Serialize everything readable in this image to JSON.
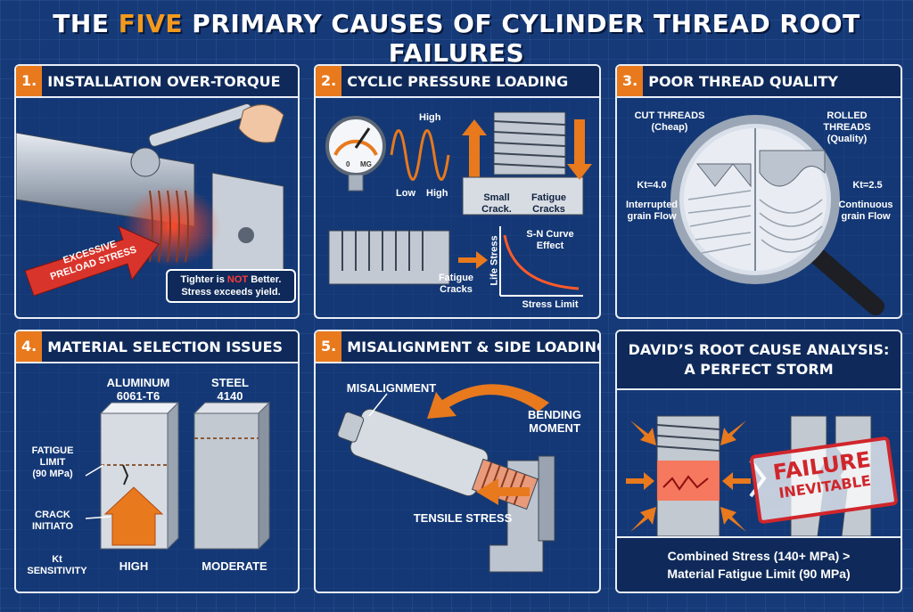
{
  "title": {
    "prefix": "THE ",
    "highlight": "FIVE",
    "suffix": " PRIMARY CAUSES OF CYLINDER THREAD ROOT FAILURES"
  },
  "colors": {
    "accent_orange": "#e8791d",
    "panel_navy": "#0f2a5a",
    "background_blue": "#163a78",
    "stamp_red": "#d0262b"
  },
  "panels": {
    "p1": {
      "num": "1.",
      "title": "INSTALLATION OVER-TORQUE",
      "arrow_text_1": "EXCESSIVE",
      "arrow_text_2": "PRELOAD STRESS",
      "callout_1a": "Tighter is ",
      "callout_not": "NOT",
      "callout_1b": " Better.",
      "callout_2": "Stress exceeds yield."
    },
    "p2": {
      "num": "2.",
      "title": "CYCLIC PRESSURE LOADING",
      "gauge_low": "0",
      "gauge_unit": "MG",
      "high_top": "High",
      "low": "Low",
      "high": "High",
      "small_crack_1": "Small",
      "small_crack_2": "Crack.",
      "fatigue_cracks_1": "Fatigue",
      "fatigue_cracks_2": "Cracks",
      "fatigue_cracks_b1": "Fatigue",
      "fatigue_cracks_b2": "Cracks",
      "sn_curve_1": "S-N Curve",
      "sn_curve_2": "Effect",
      "ylabel": "Life Stress",
      "xlabel": "Stress Limit"
    },
    "p3": {
      "num": "3.",
      "title": "POOR THREAD QUALITY",
      "cut_1": "CUT THREADS",
      "cut_2": "(Cheap)",
      "rolled_1": "ROLLED THREADS",
      "rolled_2": "(Quality)",
      "kt_left": "Kt=4.0",
      "kt_right": "Kt=2.5",
      "flow_left_1": "Interrupted",
      "flow_left_2": "grain Flow",
      "flow_right_1": "Continuous",
      "flow_right_2": "grain Flow"
    },
    "p4": {
      "num": "4.",
      "title": "MATERIAL SELECTION ISSUES",
      "alu_1": "ALUMINUM",
      "alu_2": "6061-T6",
      "steel_1": "STEEL",
      "steel_2": "4140",
      "fatigue_1": "FATIGUE",
      "fatigue_2": "LIMIT",
      "fatigue_3": "(90 MPa)",
      "crack_1": "CRACK",
      "crack_2": "INITIATO",
      "kt_1": "Kt",
      "kt_2": "SENSITIVITY",
      "high": "HIGH",
      "moderate": "MODERATE"
    },
    "p5": {
      "num": "5.",
      "title": "MISALIGNMENT & SIDE LOADING",
      "misalignment": "MISALIGNMENT",
      "bending_1": "BENDING",
      "bending_2": "MOMENT",
      "tensile": "TENSILE STRESS"
    },
    "p6": {
      "title_1": "DAVID’S ROOT CAUSE ANALYSIS:",
      "title_2": "A PERFECT STORM",
      "stamp_1": "FAILURE",
      "stamp_2": "INEVITABLE",
      "footer_1": "Combined Stress (140+ MPa) >",
      "footer_2": "Material Fatigue Limit (90 MPa)"
    }
  }
}
